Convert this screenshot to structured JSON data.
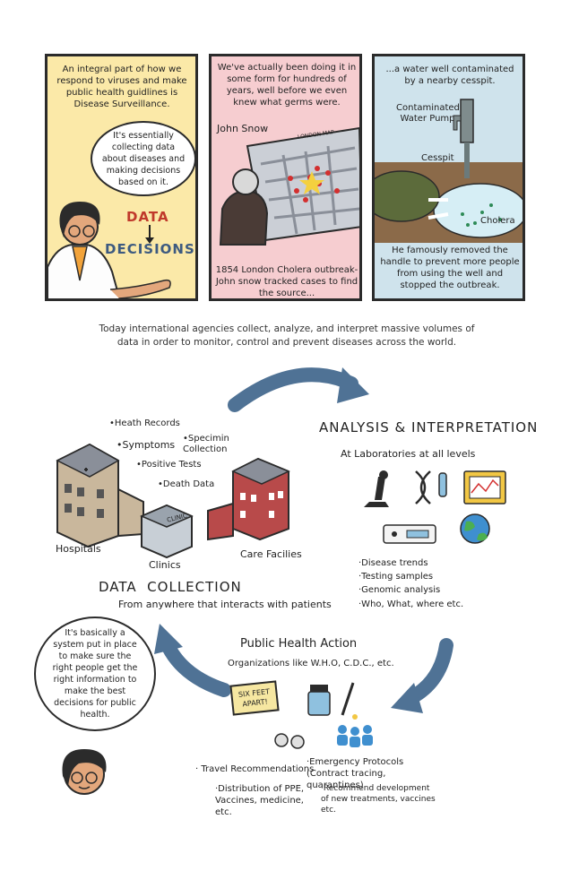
{
  "panel1": {
    "text": "An integral part of how we respond to viruses and make public health guidlines is Disease Surveillance.",
    "bubble": "It's essentially collecting data about diseases and making decisions based on it.",
    "data_word": "DATA",
    "decisions_word": "DECISIONS"
  },
  "panel2": {
    "text": "We've actually been doing it in some form for hundreds of years, well before we even knew what germs were.",
    "name_label": "John Snow",
    "map_label": "LONDON MAP",
    "caption": "1854 London Cholera outbreak- John snow tracked cases to find the source..."
  },
  "panel3": {
    "text": "...a water well contaminated by a nearby cesspit.",
    "pump_label": "Contaminated Water Pump",
    "cesspit_label": "Cesspit",
    "cholera_label": "Cholera",
    "caption": "He famously removed the handle to prevent more people from using the well and stopped the outbreak."
  },
  "intro_text": "Today international agencies collect, analyze, and interpret massive volumes of data in order to monitor, control and prevent diseases across the world.",
  "data_collection": {
    "records": [
      "•Heath Records",
      "•Symptoms",
      "•Specimin Collection",
      "•Positive Tests",
      "•Death Data"
    ],
    "hospitals": "Hospitals",
    "clinics": "Clinics",
    "clinic_sign": "CLINIC",
    "care": "Care Facilies",
    "title": "DATA  COLLECTION",
    "subtitle": "From anywhere that interacts with patients"
  },
  "analysis": {
    "title": "ANALYSIS & INTERPRETATION",
    "subtitle": "At Laboratories at all levels",
    "items": [
      "·Disease trends",
      "·Testing samples",
      "·Genomic analysis",
      "·Who, What, where etc."
    ]
  },
  "action": {
    "title": "Public Health Action",
    "subtitle": "Organizations like W.H.O, C.D.C., etc.",
    "sign": "SIX FEET APART!",
    "items": [
      "· Travel Recommendations",
      "·Distribution of PPE, Vaccines, medicine, etc.",
      "·Emergency Protocols (Contract tracing, quarantines)",
      "·Recommend development of new treatments, vaccines etc."
    ]
  },
  "bottom_bubble": "It's basically a system put in place to make sure the right people get the right information to make the best decisions for public health.",
  "colors": {
    "arrow": "#4f7295",
    "panel1": "#fbe9a8",
    "panel2": "#f6cdd0",
    "panel3": "#cfe3ec",
    "decisions": "#3d5a80"
  }
}
